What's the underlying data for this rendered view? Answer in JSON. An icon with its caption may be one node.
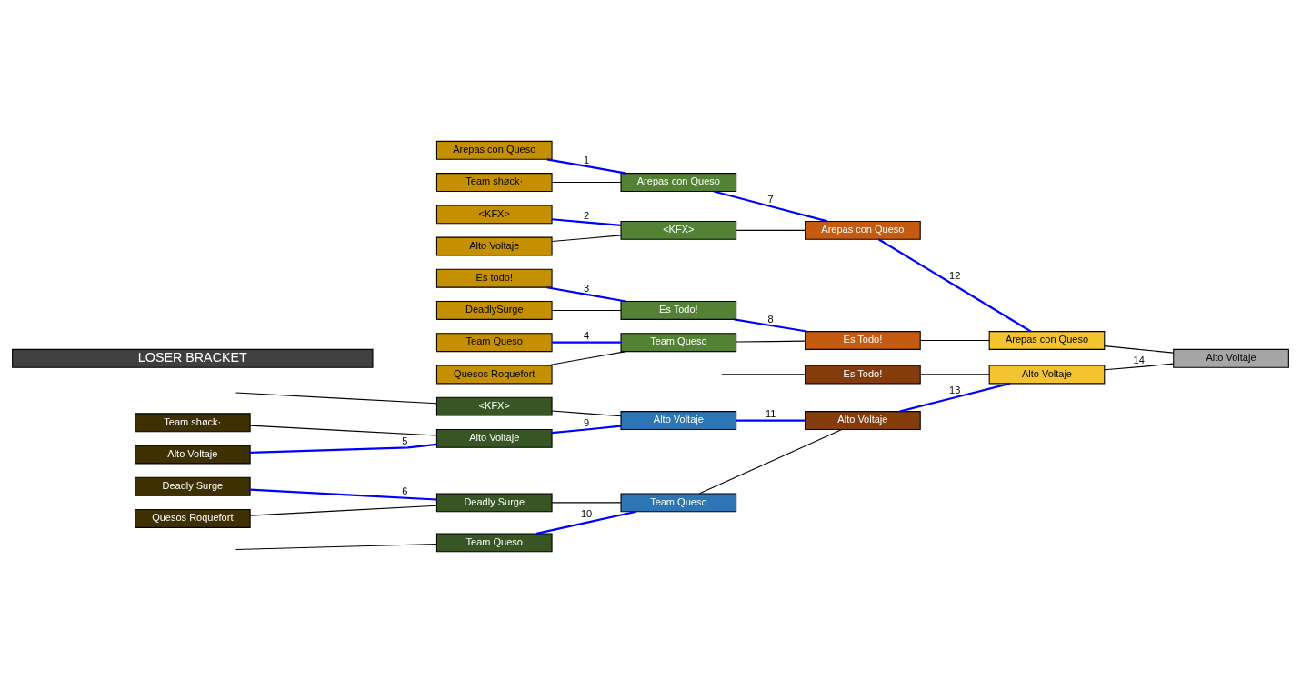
{
  "diagram": {
    "nodes": [
      {
        "text": [
          "Arepas con Queso"
        ]
      },
      {
        "text": [
          "Team shøck·"
        ]
      },
      {
        "text": [
          "<KFX>"
        ]
      },
      {
        "text": [
          "Alto Voltaje"
        ]
      },
      {
        "text": [
          "Es todo!"
        ]
      },
      {
        "text": [
          "DeadlySurge"
        ]
      },
      {
        "text": [
          "Team Queso"
        ]
      },
      {
        "text": [
          "Quesos Roquefort"
        ]
      },
      {
        "text": [
          "Arepas con Queso"
        ]
      },
      {
        "text": [
          "<KFX>"
        ]
      },
      {
        "text": [
          "Es Todo!"
        ]
      },
      {
        "text": [
          "Team Queso"
        ]
      },
      {
        "text": [
          "Arepas con Queso"
        ]
      },
      {
        "text": [
          "Es Todo!"
        ]
      },
      {
        "text": [
          "Arepas con Queso"
        ]
      },
      {
        "text": [
          "Alto Voltaje"
        ]
      },
      {
        "text": [
          "Alto Voltaje"
        ]
      },
      {
        "text": [
          "LOSER BRACKET"
        ]
      },
      {
        "text": [
          "Team shøck·"
        ]
      },
      {
        "text": [
          "Alto Voltaje"
        ]
      },
      {
        "text": [
          "Deadly Surge"
        ]
      },
      {
        "text": [
          "Quesos Roquefort"
        ]
      },
      {
        "text": [
          "<KFX>"
        ]
      },
      {
        "text": [
          "Alto Voltaje"
        ]
      },
      {
        "text": [
          "Deadly Surge"
        ]
      },
      {
        "text": [
          "Team Queso"
        ]
      },
      {
        "text": [
          "Alto Voltaje"
        ]
      },
      {
        "text": [
          "Team Queso"
        ]
      },
      {
        "text": [
          "Es Todo!"
        ]
      },
      {
        "text": [
          "Alto Voltaje"
        ]
      }
    ],
    "edges": [
      {
        "from": 0,
        "to": 8,
        "arrow": "none",
        "label": "1",
        "color": "#0000ff"
      },
      {
        "from": 1,
        "to": 8,
        "arrow": "none"
      },
      {
        "from": 2,
        "to": 9,
        "arrow": "none",
        "label": "2",
        "color": "#0000ff"
      },
      {
        "from": 3,
        "to": 9,
        "arrow": "none"
      },
      {
        "from": 4,
        "to": 10,
        "arrow": "none",
        "label": "3",
        "color": "#0000ff"
      },
      {
        "from": 5,
        "to": 10,
        "arrow": "none"
      },
      {
        "from": 6,
        "to": 11,
        "arrow": "none",
        "label": "4",
        "color": "#0000ff"
      },
      {
        "from": 7,
        "to": 11,
        "arrow": "none"
      },
      {
        "from": 8,
        "to": 12,
        "arrow": "none",
        "label": "7",
        "color": "#0000ff"
      },
      {
        "from": 9,
        "to": 12,
        "arrow": "none"
      },
      {
        "from": 10,
        "to": 13,
        "arrow": "none",
        "label": "8",
        "color": "#0000ff"
      },
      {
        "from": 11,
        "to": 13,
        "arrow": "none"
      },
      {
        "from": 12,
        "to": 14,
        "arrow": "none",
        "label": "12",
        "color": "#0000ff"
      },
      {
        "from": 13,
        "to": 14,
        "arrow": "none"
      },
      {
        "from": 18,
        "to": 23,
        "arrow": "none"
      },
      {
        "from": 19,
        "to": 23,
        "arrow": "none",
        "label": "5",
        "color": "#0000ff"
      },
      {
        "from": 20,
        "to": 24,
        "arrow": "none",
        "label": "6",
        "color": "#0000ff"
      },
      {
        "from": 21,
        "to": 24,
        "arrow": "none"
      },
      {
        "from": null,
        "to": 22,
        "arrow": "none"
      },
      {
        "from": null,
        "to": 25,
        "arrow": "none"
      },
      {
        "from": 22,
        "to": 26,
        "arrow": "none"
      },
      {
        "from": 23,
        "to": 26,
        "arrow": "none",
        "label": "9",
        "color": "#0000ff"
      },
      {
        "from": 24,
        "to": 27,
        "arrow": "none"
      },
      {
        "from": 25,
        "to": 27,
        "arrow": "none",
        "label": "10",
        "color": "#0000ff"
      },
      {
        "from": 26,
        "to": 29,
        "arrow": "none",
        "label": "11",
        "color": "#0000ff"
      },
      {
        "from": 27,
        "to": 29,
        "arrow": "none"
      },
      {
        "from": null,
        "to": 28,
        "arrow": "none"
      },
      {
        "from": 28,
        "to": 15,
        "arrow": "none"
      },
      {
        "from": 29,
        "to": 15,
        "arrow": "none",
        "label": "13",
        "color": "#0000ff"
      },
      {
        "from": 14,
        "to": 16,
        "arrow": "none"
      },
      {
        "from": 15,
        "to": 16,
        "arrow": "none",
        "label": "14"
      }
    ]
  }
}
